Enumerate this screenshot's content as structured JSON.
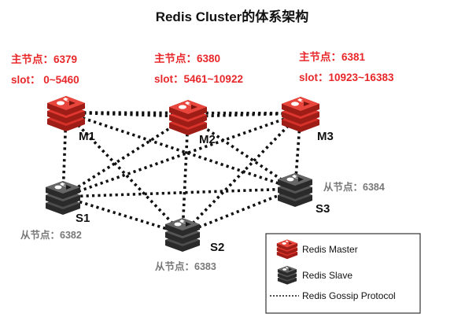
{
  "title": "Redis Cluster的体系架构",
  "colors": {
    "master_red": "#d8312a",
    "master_dark": "#9e1d17",
    "slave_gray": "#4d4d4d",
    "slave_dark": "#2a2a2a",
    "master_label_red": "#e8272a",
    "slave_label_gray": "#777777",
    "link": "#111111"
  },
  "masters": [
    {
      "id": "M1",
      "label": "M1",
      "port_text": "主节点：6379",
      "slot_text": "slot： 0~5460"
    },
    {
      "id": "M2",
      "label": "M2",
      "port_text": "主节点：6380",
      "slot_text": "slot：5461~10922"
    },
    {
      "id": "M3",
      "label": "M3",
      "port_text": "主节点：6381",
      "slot_text": "slot：10923~16383"
    }
  ],
  "slaves": [
    {
      "id": "S1",
      "label": "S1",
      "port_text": "从节点：6382"
    },
    {
      "id": "S2",
      "label": "S2",
      "port_text": "从节点：6383"
    },
    {
      "id": "S3",
      "label": "S3",
      "port_text": "从节点：6384"
    }
  ],
  "links": [
    [
      "M1",
      "M2"
    ],
    [
      "M2",
      "M3"
    ],
    [
      "M1",
      "M3"
    ],
    [
      "M1",
      "S1"
    ],
    [
      "M2",
      "S2"
    ],
    [
      "M3",
      "S3"
    ],
    [
      "M1",
      "S2"
    ],
    [
      "M1",
      "S3"
    ],
    [
      "M2",
      "S1"
    ],
    [
      "M2",
      "S3"
    ],
    [
      "M3",
      "S1"
    ],
    [
      "M3",
      "S2"
    ],
    [
      "S1",
      "S2"
    ],
    [
      "S2",
      "S3"
    ],
    [
      "S1",
      "S3"
    ]
  ],
  "legend": {
    "master_label": "Redis Master",
    "slave_label": "Redis Slave",
    "protocol_label": "Redis Gossip Protocol",
    "protocol_icon": "dotted-line"
  },
  "icons": {
    "master": "redis-stack-icon",
    "slave": "redis-stack-icon"
  }
}
